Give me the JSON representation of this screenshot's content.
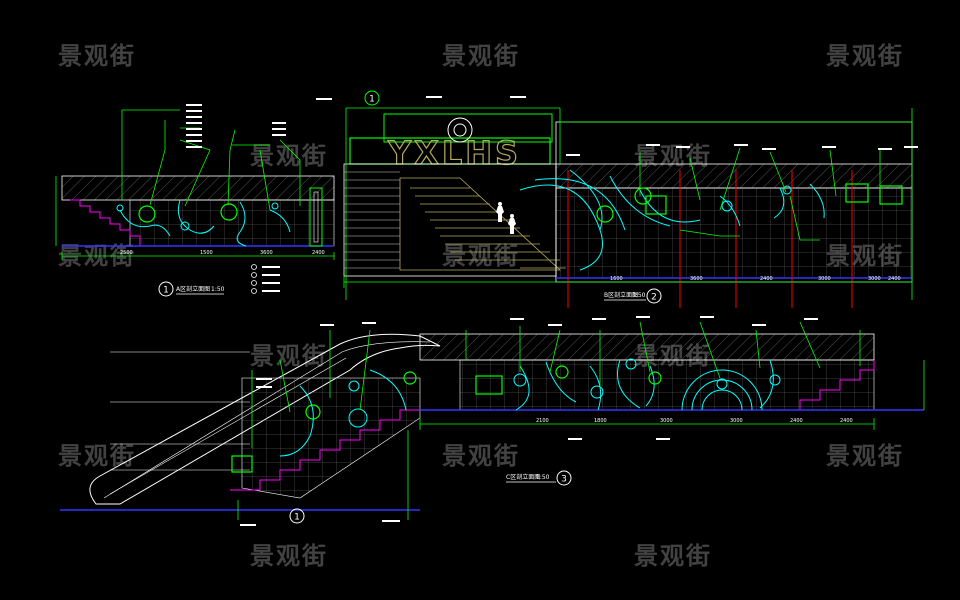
{
  "watermark": {
    "text": "景观街"
  },
  "brand_sign": {
    "letters": "YXLHS"
  },
  "views": {
    "view1": {
      "number": "1",
      "title": "A区剖立面图",
      "scale": "1:50"
    },
    "view2": {
      "number": "2",
      "title": "B区剖立面图",
      "scale": "1:50"
    },
    "view3": {
      "number": "3",
      "title": "C区剖立面图",
      "scale": "1:50"
    },
    "escalator": {
      "number": "1"
    }
  },
  "callouts": {
    "section_marker": "1"
  },
  "dimensions": {
    "row1_a": [
      "2500",
      "1500",
      "3600",
      "2400"
    ],
    "row1_b": [
      "1600",
      "3600",
      "2400",
      "3000",
      "3000",
      "2400"
    ],
    "row2": [
      "2100",
      "1800",
      "3000",
      "3000",
      "2400",
      "2400"
    ]
  },
  "colors": {
    "background": "#000000",
    "cad_green": "#00ff00",
    "cad_cyan": "#00ffff",
    "cad_white": "#ffffff",
    "cad_magenta": "#ff00ff",
    "cad_red": "#ff0000",
    "cad_blue": "#3333ff",
    "cad_yellow_ochre": "#b8a860",
    "watermark": "#4a4a4a"
  }
}
